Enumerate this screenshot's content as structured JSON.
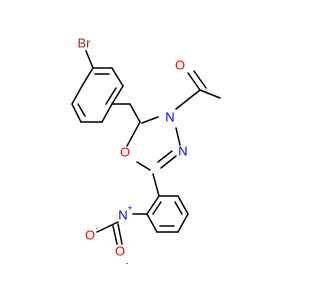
{
  "colors": {
    "bond": "#000000",
    "bromine": "#a52a2a",
    "oxygen": "#ff0000",
    "nitrogen": "#0000ff"
  },
  "atoms": {
    "br": "Br",
    "carbonyl_o": "O",
    "n_acetyl": "N",
    "n_ring": "N",
    "o_ring": "O",
    "n_nitro": "N",
    "n_nitro_charge": "+",
    "o_nitro_left": "O",
    "o_nitro_left_charge": "-",
    "o_nitro_bottom": "O",
    "o_nitro_bottom_charge": "-"
  }
}
